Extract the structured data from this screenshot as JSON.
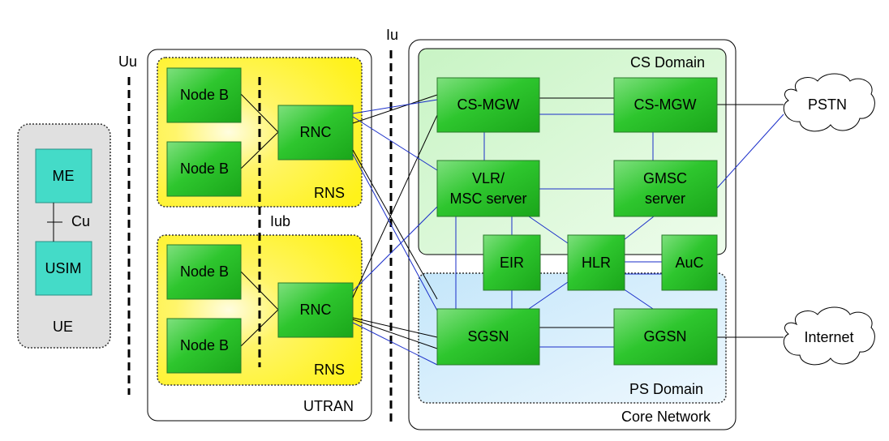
{
  "labels": {
    "uu": "Uu",
    "iu": "Iu",
    "iub": "Iub",
    "cu": "Cu",
    "ue": "UE",
    "utran": "UTRAN",
    "rns_top": "RNS",
    "rns_bottom": "RNS",
    "cs_domain": "CS Domain",
    "ps_domain": "PS Domain",
    "core_network": "Core Network"
  },
  "nodes": {
    "me": "ME",
    "usim": "USIM",
    "nodeb1": "Node B",
    "nodeb2": "Node B",
    "nodeb3": "Node B",
    "nodeb4": "Node B",
    "rnc1": "RNC",
    "rnc2": "RNC",
    "csmgw1": "CS-MGW",
    "csmgw2": "CS-MGW",
    "vlr_line1": "VLR/",
    "vlr_line2": "MSC server",
    "gmsc_line1": "GMSC",
    "gmsc_line2": "server",
    "eir": "EIR",
    "hlr": "HLR",
    "auc": "AuC",
    "sgsn": "SGSN",
    "ggsn": "GGSN",
    "pstn": "PSTN",
    "internet": "Internet"
  },
  "colors": {
    "node_green": "#2ec62e",
    "node_teal": "#44dbc8",
    "rns_yellow": "#fff21a",
    "cs_domain_fill": "#d5f7d2",
    "ps_domain_fill": "#d3ecfb",
    "ue_fill": "#e0e0e0",
    "link_blue": "#1a2ec9"
  }
}
